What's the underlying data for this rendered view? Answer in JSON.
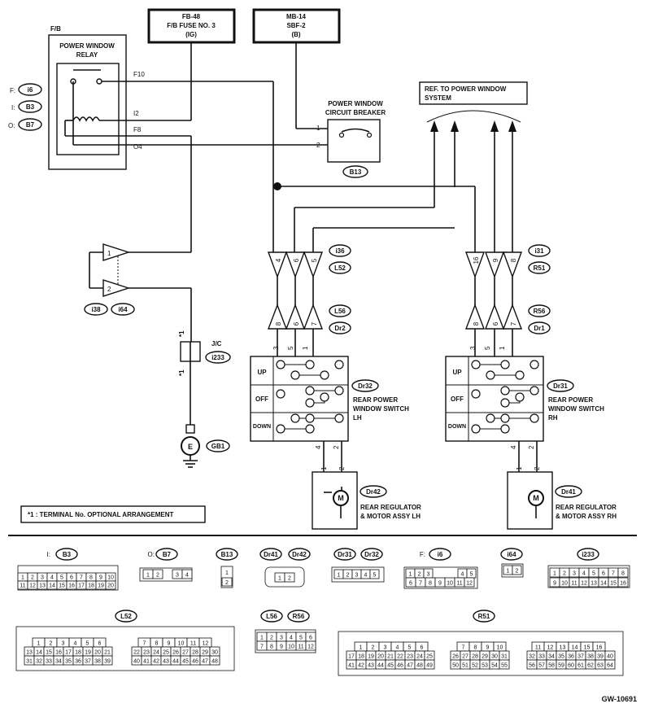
{
  "fuses": {
    "fb48": {
      "l1": "FB-48",
      "l2": "F/B FUSE NO. 3",
      "l3": "(IG)"
    },
    "mb14": {
      "l1": "MB-14",
      "l2": "SBF-2",
      "l3": "(B)"
    }
  },
  "relay": {
    "block_label": "F/B",
    "title_l1": "POWER WINDOW",
    "title_l2": "RELAY",
    "pins": [
      "F10",
      "I2",
      "F8",
      "O4"
    ],
    "connectors": [
      {
        "prefix": "F:",
        "code": "i6"
      },
      {
        "prefix": "I:",
        "code": "B3"
      },
      {
        "prefix": "O:",
        "code": "B7"
      }
    ]
  },
  "breaker": {
    "l1": "POWER WINDOW",
    "l2": "CIRCUIT BREAKER",
    "pin1": "1",
    "pin2": "2",
    "code": "B13"
  },
  "ref": {
    "l1": "REF. TO POWER WINDOW",
    "l2": "SYSTEM"
  },
  "joint": {
    "pin1": "1",
    "pin2": "2",
    "code_a": "i38",
    "code_b": "i64"
  },
  "jc": {
    "label": "J/C",
    "code": "i233",
    "note_mark": "*1"
  },
  "ground": {
    "code": "GB1"
  },
  "lh": {
    "upper_pins": [
      "4",
      "6",
      "5"
    ],
    "upper_codes": [
      "i36",
      "L52"
    ],
    "lower_pins": [
      "8",
      "6",
      "7"
    ],
    "lower_codes": [
      "L56",
      "Dr2"
    ],
    "switch_top_pins": [
      "3",
      "5",
      "1"
    ],
    "switch_code": "Dr32",
    "switch_l1": "REAR POWER",
    "switch_l2": "WINDOW SWITCH",
    "switch_l3": "LH",
    "rows": [
      "UP",
      "OFF",
      "DOWN"
    ],
    "bottom_pins": [
      "4",
      "2"
    ],
    "motor_pins": [
      "1",
      "2"
    ],
    "motor_code": "Dr42",
    "motor_l1": "REAR REGULATOR",
    "motor_l2": "& MOTOR ASSY LH"
  },
  "rh": {
    "upper_pins": [
      "16",
      "9",
      "8"
    ],
    "upper_codes": [
      "i31",
      "R51"
    ],
    "lower_pins": [
      "8",
      "6",
      "7"
    ],
    "lower_codes": [
      "R56",
      "Dr1"
    ],
    "switch_top_pins": [
      "3",
      "5",
      "1"
    ],
    "switch_code": "Dr31",
    "switch_l1": "REAR POWER",
    "switch_l2": "WINDOW SWITCH",
    "switch_l3": "RH",
    "rows": [
      "UP",
      "OFF",
      "DOWN"
    ],
    "bottom_pins": [
      "4",
      "2"
    ],
    "motor_pins": [
      "1",
      "2"
    ],
    "motor_code": "Dr41",
    "motor_l1": "REAR REGULATOR",
    "motor_l2": "& MOTOR ASSY RH"
  },
  "note": "*1 : TERMINAL No. OPTIONAL ARRANGEMENT",
  "motor_symbol": "M",
  "ground_symbol": "E",
  "connector_views": {
    "b3": {
      "prefix": "I:",
      "code": "B3",
      "row1": [
        "1",
        "2",
        "3",
        "4",
        "5",
        "6",
        "7",
        "8",
        "9",
        "10"
      ],
      "row2": [
        "11",
        "12",
        "13",
        "14",
        "15",
        "16",
        "17",
        "18",
        "19",
        "20"
      ]
    },
    "b7": {
      "prefix": "O:",
      "code": "B7",
      "cells": [
        "1",
        "2",
        "3",
        "4"
      ]
    },
    "b13": {
      "code": "B13",
      "cells": [
        "1",
        "2"
      ]
    },
    "dr41_42": {
      "codes": [
        "Dr41",
        "Dr42"
      ],
      "cells": [
        "1",
        "2"
      ]
    },
    "dr31_32": {
      "codes": [
        "Dr31",
        "Dr32"
      ],
      "cells": [
        "1",
        "2",
        "3",
        "4",
        "5"
      ]
    },
    "i6": {
      "prefix": "F:",
      "code": "i6",
      "row1": [
        "1",
        "2",
        "3",
        "4",
        "5"
      ],
      "row2": [
        "6",
        "7",
        "8",
        "9",
        "10",
        "11",
        "12"
      ]
    },
    "i64": {
      "code": "i64",
      "cells": [
        "1",
        "2"
      ]
    },
    "i233": {
      "code": "i233",
      "row1": [
        "1",
        "2",
        "3",
        "4",
        "5",
        "6",
        "7",
        "8"
      ],
      "row2": [
        "9",
        "10",
        "11",
        "12",
        "13",
        "14",
        "15",
        "16"
      ]
    },
    "l52": {
      "code": "L52",
      "a1": [
        "1",
        "2",
        "3",
        "4",
        "5",
        "6"
      ],
      "a2": [
        "13",
        "14",
        "15",
        "16",
        "17",
        "18",
        "19",
        "20",
        "21"
      ],
      "a3": [
        "31",
        "32",
        "33",
        "34",
        "35",
        "36",
        "37",
        "38",
        "39"
      ],
      "b1": [
        "7",
        "8",
        "9",
        "10",
        "11",
        "12"
      ],
      "b2": [
        "22",
        "23",
        "24",
        "25",
        "26",
        "27",
        "28",
        "29",
        "30"
      ],
      "b3": [
        "40",
        "41",
        "42",
        "43",
        "44",
        "45",
        "46",
        "47",
        "48"
      ]
    },
    "l56_r56": {
      "codes": [
        "L56",
        "R56"
      ],
      "row1": [
        "1",
        "2",
        "3",
        "4",
        "5",
        "6"
      ],
      "row2": [
        "7",
        "8",
        "9",
        "10",
        "11",
        "12"
      ]
    },
    "r51": {
      "code": "R51",
      "a1": [
        "1",
        "2",
        "3",
        "4",
        "5",
        "6"
      ],
      "a2": [
        "17",
        "18",
        "19",
        "20",
        "21",
        "22",
        "23",
        "24",
        "25"
      ],
      "a3": [
        "41",
        "42",
        "43",
        "44",
        "45",
        "46",
        "47",
        "48",
        "49"
      ],
      "b1": [
        "7",
        "8",
        "9",
        "10"
      ],
      "b2": [
        "26",
        "27",
        "28",
        "29",
        "30",
        "31"
      ],
      "b3": [
        "50",
        "51",
        "52",
        "53",
        "54",
        "55"
      ],
      "c1": [
        "11",
        "12",
        "13",
        "14",
        "15",
        "16"
      ],
      "c2": [
        "32",
        "33",
        "34",
        "35",
        "36",
        "37",
        "38",
        "39",
        "40"
      ],
      "c3": [
        "56",
        "57",
        "58",
        "59",
        "60",
        "61",
        "62",
        "63",
        "64"
      ]
    }
  },
  "figure_id": "GW-10691"
}
